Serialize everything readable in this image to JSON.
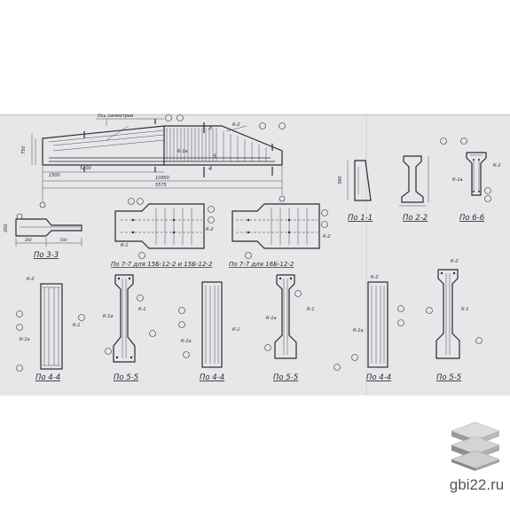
{
  "drawing": {
    "sections": {
      "s11": "По 1-1",
      "s22": "По 2-2",
      "s66": "По 6-6",
      "s33": "По 3-3",
      "s44a": "По 4-4",
      "s55a": "По 5-5",
      "s44b": "По 4-4",
      "s55b": "По 5-5",
      "s44c": "По 4-4",
      "s55c": "По 5-5"
    },
    "plan_titles": {
      "left": "По 7-7 для 15Б-12-2 и 15Б-12-2",
      "right": "По 7-7 для 16Б-12-2"
    },
    "top_note": "Ось симметрии",
    "dims": {
      "d1": "5200",
      "d2": "10950",
      "d3": "5575",
      "d4": "1500",
      "d5": "200",
      "d6": "500",
      "d7": "300",
      "d8": "750",
      "d9": "390"
    },
    "marks": {
      "k1": "К-1",
      "k2": "К-2",
      "k1a": "К-1а",
      "n3": "3",
      "n4": "4",
      "n5": "5",
      "n1": "1"
    }
  },
  "site": {
    "domain": "gbi22.ru",
    "logo_icon": "stacked-slabs-icon"
  }
}
